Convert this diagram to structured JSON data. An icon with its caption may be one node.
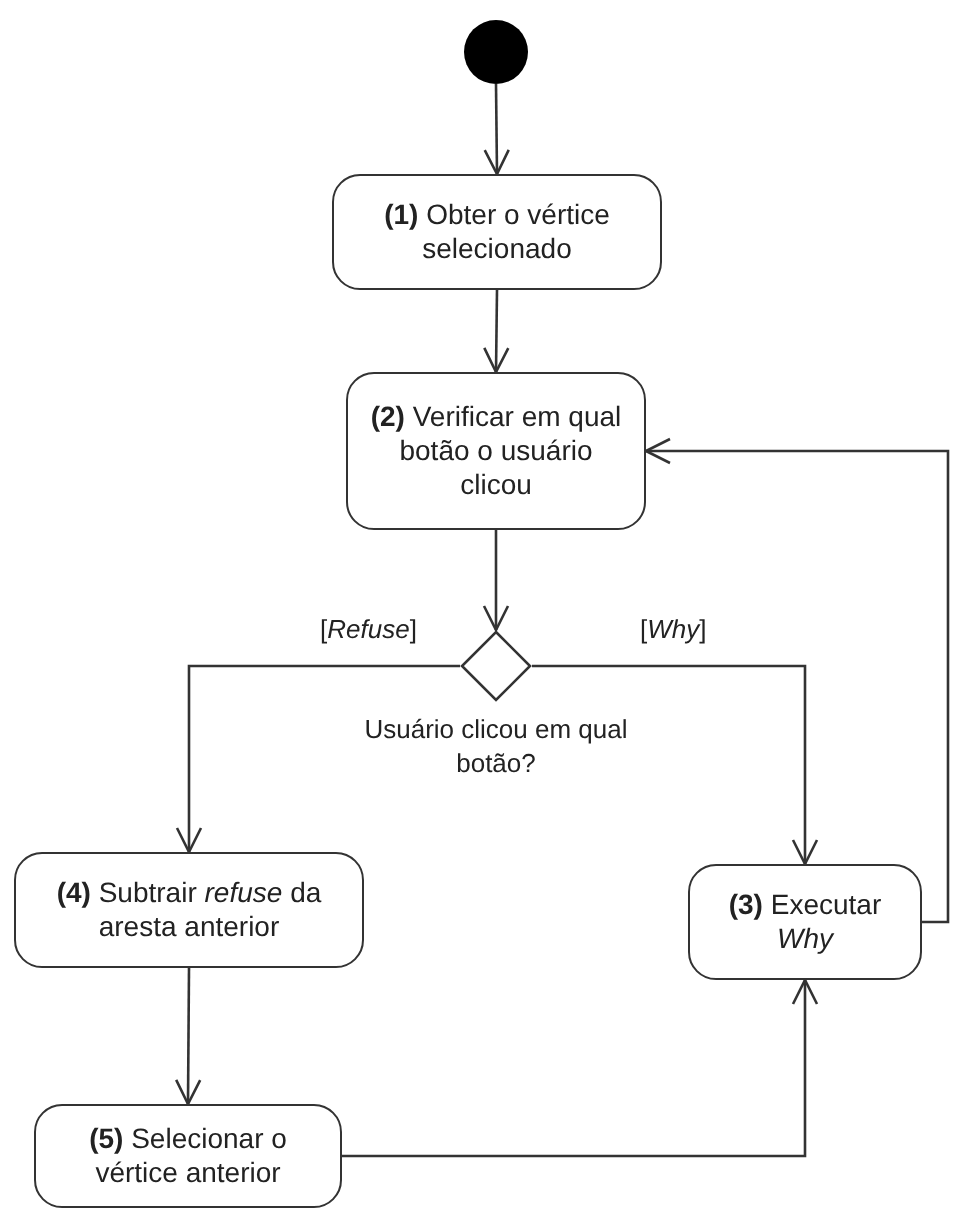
{
  "diagram": {
    "nodes": [
      {
        "text": [],
        "shape": "circle"
      },
      {
        "text": [
          "**(1)** Obter o vértice selecionado"
        ]
      },
      {
        "text": [
          "**(2)** Verificar em qual botão o usuário clicou"
        ]
      },
      {
        "text": [],
        "shape": "diamond",
        "beside": [
          "Usuário clicou em qual botão?"
        ]
      },
      {
        "text": [
          "**(4)** Subtrair *refuse* da aresta anterior"
        ]
      },
      {
        "text": [
          "**(3)** Executar *Why*"
        ]
      },
      {
        "text": [
          "**(5)** Selecionar o vértice anterior"
        ]
      }
    ],
    "edges": [
      {
        "from": 0,
        "to": 1,
        "arrow": "to"
      },
      {
        "from": 1,
        "to": 2,
        "arrow": "to"
      },
      {
        "from": 2,
        "to": 3,
        "arrow": "to"
      },
      {
        "from": 3,
        "to": 4,
        "arrow": "to",
        "label": "[*Refuse*]"
      },
      {
        "from": 3,
        "to": 5,
        "arrow": "to",
        "label": "[*Why*]"
      },
      {
        "from": 4,
        "to": 6,
        "arrow": "to"
      },
      {
        "from": 6,
        "to": 5,
        "arrow": "to"
      },
      {
        "from": 5,
        "to": 2,
        "arrow": "to"
      }
    ]
  }
}
